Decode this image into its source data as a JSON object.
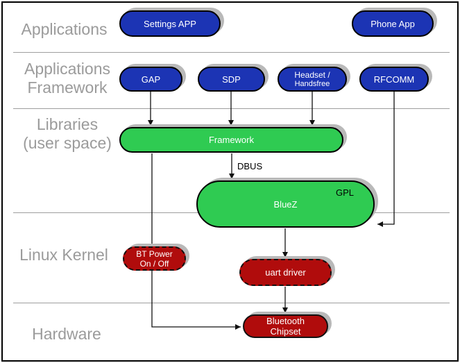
{
  "layers": {
    "applications": {
      "label": "Applications"
    },
    "applications_framework": {
      "line1": "Applications",
      "line2": "Framework"
    },
    "libraries": {
      "line1": "Libraries",
      "line2": "(user space)"
    },
    "linux_kernel": {
      "label": "Linux Kernel"
    },
    "hardware": {
      "label": "Hardware"
    }
  },
  "nodes": {
    "settings_app": {
      "label": "Settings APP"
    },
    "phone_app": {
      "label": "Phone App"
    },
    "gap": {
      "label": "GAP"
    },
    "sdp": {
      "label": "SDP"
    },
    "headset": {
      "line1": "Headset /",
      "line2": "Handsfree"
    },
    "rfcomm": {
      "label": "RFCOMM"
    },
    "framework": {
      "label": "Framework"
    },
    "bluez": {
      "label": "BlueZ",
      "badge": "GPL"
    },
    "bt_power": {
      "line1": "BT Power",
      "line2": "On / Off"
    },
    "uart_driver": {
      "label": "uart driver"
    },
    "bluetooth_chipset": {
      "line1": "Bluetooth",
      "line2": "Chipset"
    }
  },
  "edges": {
    "dbus_label": "DBUS"
  },
  "colors": {
    "app_blue": "#1C34B4",
    "lib_green": "#2FCB52",
    "kernel_red": "#B00C0C",
    "shadow_gray": "#B9B9B9",
    "label_gray": "#9B9B9B",
    "divider_gray": "#9E9E9E"
  }
}
